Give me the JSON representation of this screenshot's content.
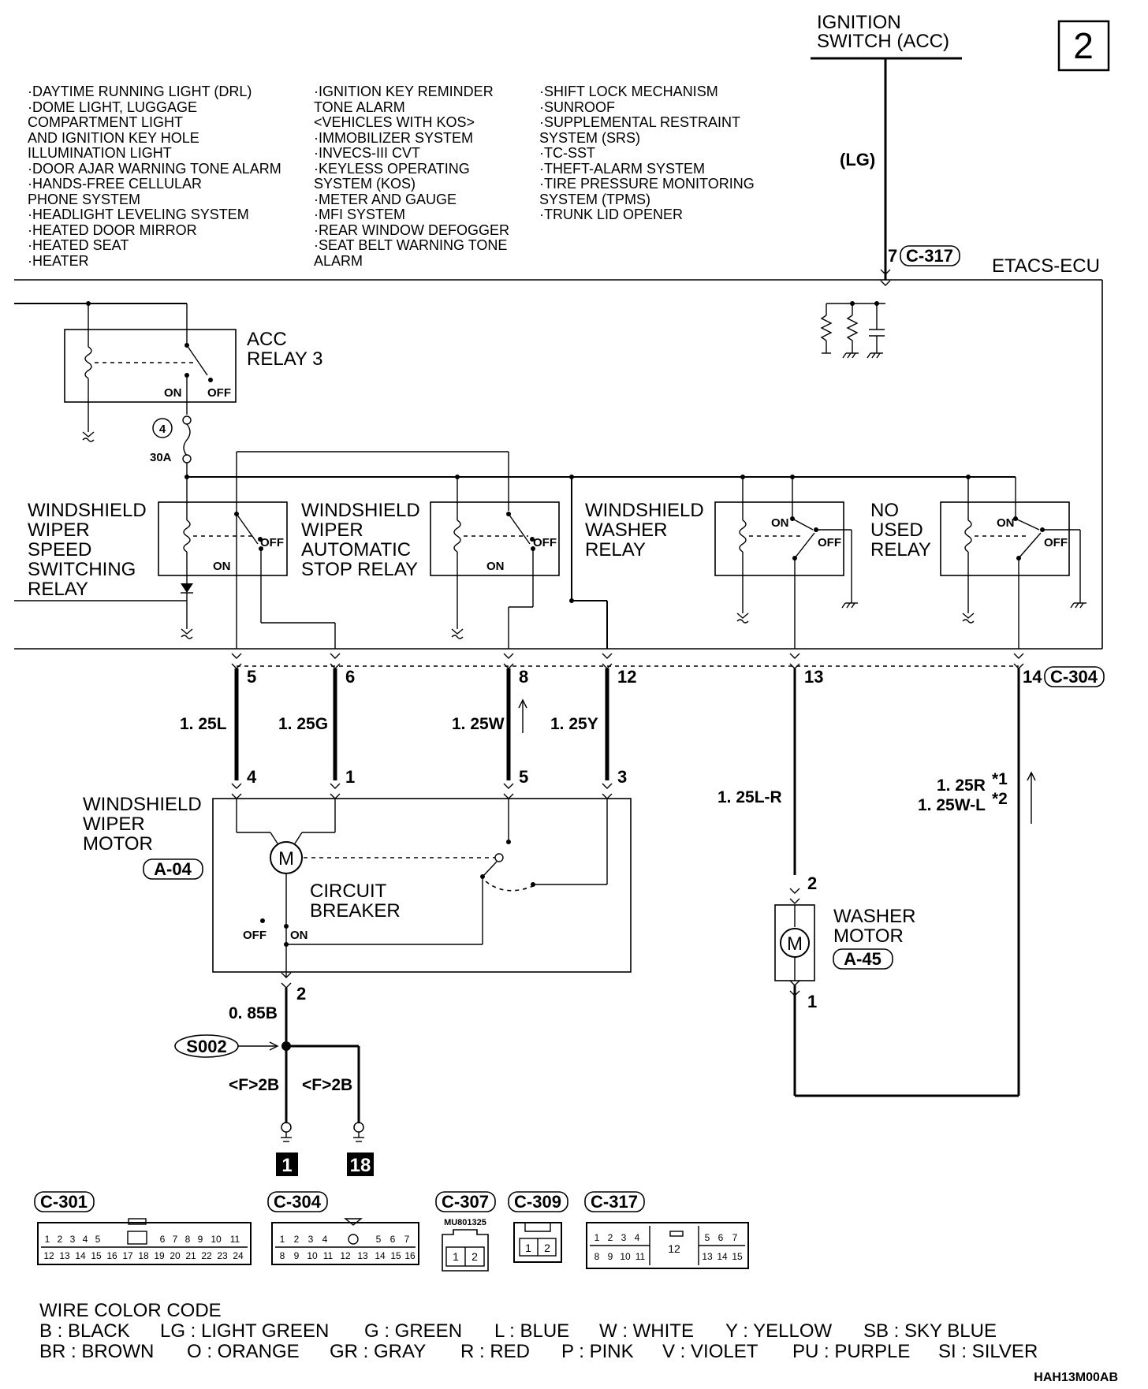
{
  "page_number": "2",
  "ignition_switch": {
    "line1": "IGNITION",
    "line2": "SWITCH (ACC)",
    "wire": "(LG)"
  },
  "systems": {
    "col1": [
      "·DAYTIME RUNNING LIGHT (DRL)",
      "·DOME LIGHT, LUGGAGE",
      " COMPARTMENT LIGHT",
      " AND IGNITION KEY HOLE",
      " ILLUMINATION LIGHT",
      "·DOOR AJAR WARNING TONE ALARM",
      "·HANDS-FREE CELLULAR",
      " PHONE SYSTEM",
      "·HEADLIGHT LEVELING SYSTEM",
      "·HEATED DOOR MIRROR",
      "·HEATED SEAT",
      "·HEATER"
    ],
    "col2": [
      "·IGNITION KEY REMINDER",
      " TONE ALARM",
      " <VEHICLES WITH KOS>",
      "·IMMOBILIZER SYSTEM",
      "·INVECS-III CVT",
      "·KEYLESS OPERATING",
      " SYSTEM (KOS)",
      "·METER AND GAUGE",
      "·MFI SYSTEM",
      "·REAR WINDOW DEFOGGER",
      "·SEAT BELT WARNING TONE",
      " ALARM"
    ],
    "col3": [
      "·SHIFT LOCK MECHANISM",
      "·SUNROOF",
      "·SUPPLEMENTAL RESTRAINT",
      " SYSTEM (SRS)",
      "·TC-SST",
      "·THEFT-ALARM SYSTEM",
      "·TIRE PRESSURE MONITORING",
      " SYSTEM (TPMS)",
      "·TRUNK LID OPENER"
    ]
  },
  "ecu": {
    "name": "ETACS-ECU",
    "pin7": "7",
    "conn_c317": "C-317",
    "conn_c304": "C-304"
  },
  "acc_relay": {
    "line1": "ACC",
    "line2": "RELAY 3",
    "on": "ON",
    "off": "OFF",
    "fuse_no": "4",
    "fuse_rating": "30A"
  },
  "relays": {
    "speed": {
      "lines": [
        "WINDSHIELD",
        "WIPER",
        "SPEED",
        "SWITCHING",
        "RELAY"
      ],
      "on": "ON",
      "off": "OFF"
    },
    "auto_stop": {
      "lines": [
        "WINDSHIELD",
        "WIPER",
        "AUTOMATIC",
        "STOP RELAY"
      ],
      "on": "ON",
      "off": "OFF"
    },
    "washer": {
      "lines": [
        "WINDSHIELD",
        "WASHER",
        "RELAY"
      ],
      "on": "ON",
      "off": "OFF"
    },
    "no_used": {
      "lines": [
        "NO",
        "USED",
        "RELAY"
      ],
      "on": "ON",
      "off": "OFF"
    }
  },
  "ecu_pins": [
    "5",
    "6",
    "8",
    "12",
    "13",
    "14"
  ],
  "wires": {
    "w5": "1. 25L",
    "w6": "1. 25G",
    "w8": "1. 25W",
    "w12": "1. 25Y",
    "w13": "1. 25L-R",
    "w14a": "1. 25R",
    "w14b": "1. 25W-L",
    "star1": "*1",
    "star2": "*2",
    "ground": "0. 85B",
    "gnd_left": "<F>2B",
    "gnd_right": "<F>2B"
  },
  "wiper_motor": {
    "lines": [
      "WINDSHIELD",
      "WIPER",
      "MOTOR"
    ],
    "conn": "A-04",
    "pins": [
      "4",
      "1",
      "5",
      "3"
    ],
    "pin_gnd": "2",
    "cb_line1": "CIRCUIT",
    "cb_line2": "BREAKER",
    "off": "OFF",
    "on": "ON"
  },
  "washer_motor": {
    "line1": "WASHER",
    "line2": "MOTOR",
    "conn": "A-45",
    "pin_top": "2",
    "pin_bot": "1"
  },
  "splice": "S002",
  "ground_points": [
    "1",
    "18"
  ],
  "connectors": {
    "c301": {
      "name": "C-301",
      "row1": [
        "1",
        "2",
        "3",
        "4",
        "5",
        "",
        "6",
        "7",
        "8",
        "9",
        "10",
        "11"
      ],
      "row2": [
        "12",
        "13",
        "14",
        "15",
        "16",
        "17",
        "18",
        "19",
        "20",
        "21",
        "22",
        "23",
        "24"
      ]
    },
    "c304": {
      "name": "C-304",
      "row1": [
        "1",
        "2",
        "3",
        "4",
        "",
        "5",
        "6",
        "7"
      ],
      "row2": [
        "8",
        "9",
        "10",
        "11",
        "12",
        "13",
        "14",
        "15",
        "16"
      ]
    },
    "c307": {
      "name": "C-307",
      "part": "MU801325",
      "pins": [
        "1",
        "2"
      ]
    },
    "c309": {
      "name": "C-309",
      "pins": [
        "1",
        "2"
      ]
    },
    "c317": {
      "name": "C-317",
      "row1": [
        "1",
        "2",
        "3",
        "4",
        "5",
        "6",
        "7"
      ],
      "row2": [
        "8",
        "9",
        "10",
        "11",
        "13",
        "14",
        "15"
      ],
      "mid": "12"
    }
  },
  "wire_color_code": {
    "title": "WIRE COLOR CODE",
    "row1": [
      "B : BLACK",
      "LG : LIGHT GREEN",
      "G : GREEN",
      "L : BLUE",
      "W : WHITE",
      "Y : YELLOW",
      "SB : SKY BLUE"
    ],
    "row2": [
      "BR : BROWN",
      "O : ORANGE",
      "GR : GRAY",
      "R : RED",
      "P : PINK",
      "V : VIOLET",
      "PU : PURPLE",
      "SI : SILVER"
    ]
  },
  "figure_code": "HAH13M00AB"
}
